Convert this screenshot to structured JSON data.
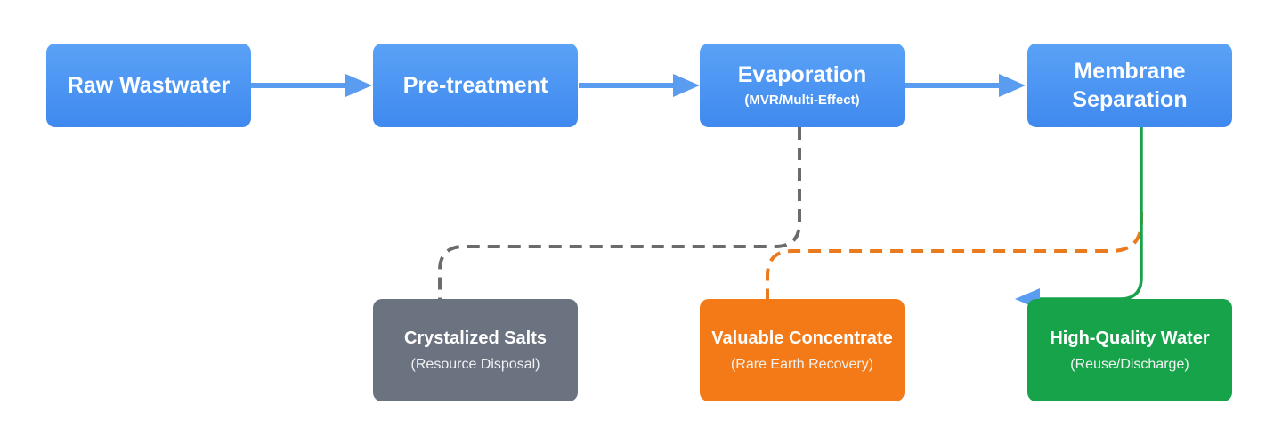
{
  "nodes": {
    "raw": {
      "title": "Raw Wastwater"
    },
    "pre": {
      "title": "Pre-treatment"
    },
    "evap": {
      "title": "Evaporation",
      "subtitle": "(MVR/Multi-Effect)"
    },
    "membrane": {
      "title_line1": "Membrane",
      "title_line2": "Separation"
    },
    "salts": {
      "title": "Crystalized Salts",
      "subtitle": "(Resource Disposal)"
    },
    "concentrate": {
      "title": "Valuable Concentrate",
      "subtitle": "(Rare Earth Recovery)"
    },
    "water": {
      "title": "High-Quality Water",
      "subtitle": "(Reuse/Discharge)"
    }
  },
  "colors": {
    "process_blue": "#4a94f2",
    "arrow_blue": "#5a9cef",
    "salts_gray": "#6b7280",
    "dashed_gray": "#6b6b6b",
    "concentrate_orange": "#f47a17",
    "dashed_orange": "#ea7a1e",
    "water_green": "#16a34a"
  }
}
